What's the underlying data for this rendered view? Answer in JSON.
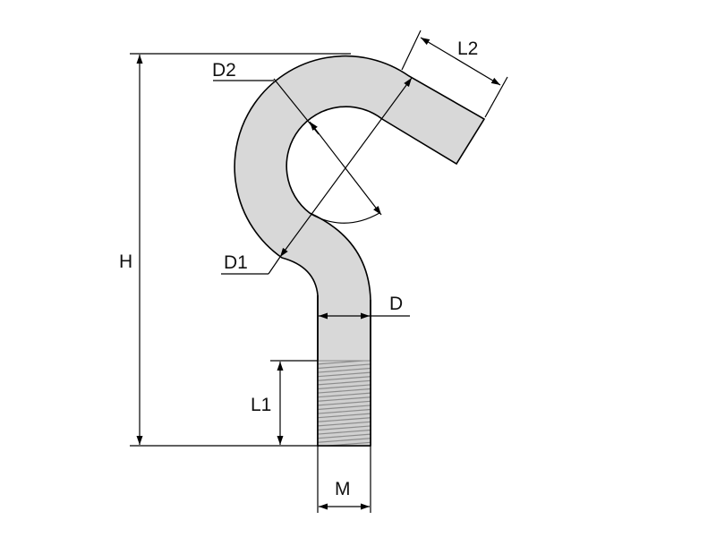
{
  "diagram": {
    "labels": {
      "H": "H",
      "D2": "D2",
      "L2": "L2",
      "D1": "D1",
      "D": "D",
      "L1": "L1",
      "M": "M"
    },
    "colors": {
      "body_fill": "#d8d8d8",
      "outline": "#000000",
      "thread": "#8c8c8c",
      "background": "#ffffff"
    }
  }
}
